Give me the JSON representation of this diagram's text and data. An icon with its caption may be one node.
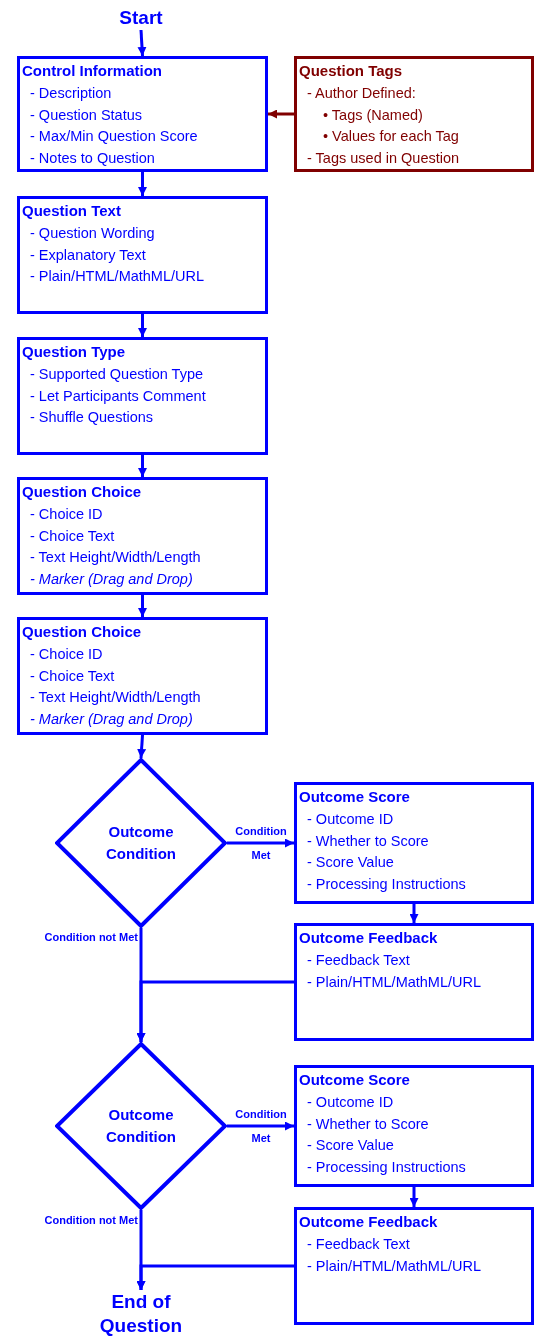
{
  "diagram": {
    "nodes": [
      {
        "text": [
          "Start"
        ]
      },
      {
        "text": [
          "Control Information",
          "- Description",
          "- Question Status",
          "- Max/Min Question Score",
          "- Notes to Question"
        ]
      },
      {
        "text": [
          "Question Tags",
          "- Author Defined:",
          "• Tags (Named)",
          "• Values for each Tag",
          "- Tags used in Question"
        ]
      },
      {
        "text": [
          "Question Text",
          "- Question Wording",
          "- Explanatory Text",
          "- Plain/HTML/MathML/URL"
        ]
      },
      {
        "text": [
          "Question Type",
          "- Supported Question Type",
          "- Let Participants Comment",
          "- Shuffle Questions"
        ]
      },
      {
        "text": [
          "Question Choice",
          "- Choice ID",
          "- Choice Text",
          "- Text Height/Width/Length",
          "- Marker (Drag and Drop)"
        ]
      },
      {
        "text": [
          "Question Choice",
          "- Choice ID",
          "- Choice Text",
          "- Text Height/Width/Length",
          "- Marker (Drag and Drop)"
        ]
      },
      {
        "text": [
          "Outcome Condition"
        ]
      },
      {
        "text": [
          "Outcome Score",
          "- Outcome ID",
          "- Whether to Score",
          "- Score Value",
          "- Processing Instructions"
        ]
      },
      {
        "text": [
          "Outcome Feedback",
          "- Feedback Text",
          "- Plain/HTML/MathML/URL"
        ]
      },
      {
        "text": [
          "Outcome Condition"
        ]
      },
      {
        "text": [
          "Outcome Score",
          "- Outcome ID",
          "- Whether to Score",
          "- Score Value",
          "- Processing Instructions"
        ]
      },
      {
        "text": [
          "Outcome Feedback",
          "- Feedback Text",
          "- Plain/HTML/MathML/URL"
        ]
      },
      {
        "text": [
          "End of Question"
        ]
      }
    ],
    "edges": [
      {
        "from": 0,
        "to": 1,
        "arrow": "to"
      },
      {
        "from": 2,
        "to": 1,
        "arrow": "to",
        "color": "#800000"
      },
      {
        "from": 1,
        "to": 3,
        "arrow": "to"
      },
      {
        "from": 3,
        "to": 4,
        "arrow": "to"
      },
      {
        "from": 4,
        "to": 5,
        "arrow": "to"
      },
      {
        "from": 5,
        "to": 6,
        "arrow": "to"
      },
      {
        "from": 6,
        "to": 7,
        "arrow": "to"
      },
      {
        "from": 7,
        "to": 8,
        "arrow": "to",
        "label": "Condition Met"
      },
      {
        "from": 8,
        "to": 9,
        "arrow": "to"
      },
      {
        "from": 7,
        "to": 10,
        "arrow": "to",
        "label": "Condition not Met"
      },
      {
        "from": 9,
        "to": 10,
        "arrow": "to"
      },
      {
        "from": 10,
        "to": 11,
        "arrow": "to",
        "label": "Condition Met"
      },
      {
        "from": 11,
        "to": 12,
        "arrow": "to"
      },
      {
        "from": 10,
        "to": 13,
        "arrow": "to",
        "label": "Condition not Met"
      },
      {
        "from": 12,
        "to": 13,
        "arrow": "to"
      }
    ]
  }
}
